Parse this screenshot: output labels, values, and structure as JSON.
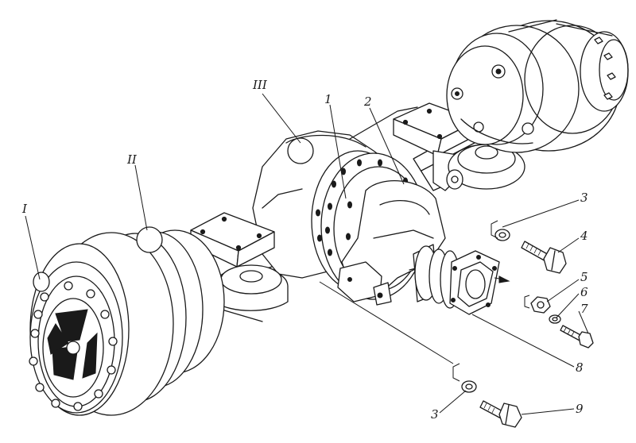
{
  "callouts": {
    "roman_1": "I",
    "roman_2": "II",
    "roman_3": "III",
    "n1": "1",
    "n2": "2",
    "n3_top": "3",
    "n4": "4",
    "n5": "5",
    "n6": "6",
    "n7": "7",
    "n8": "8",
    "n3_bottom": "3",
    "n9": "9"
  }
}
